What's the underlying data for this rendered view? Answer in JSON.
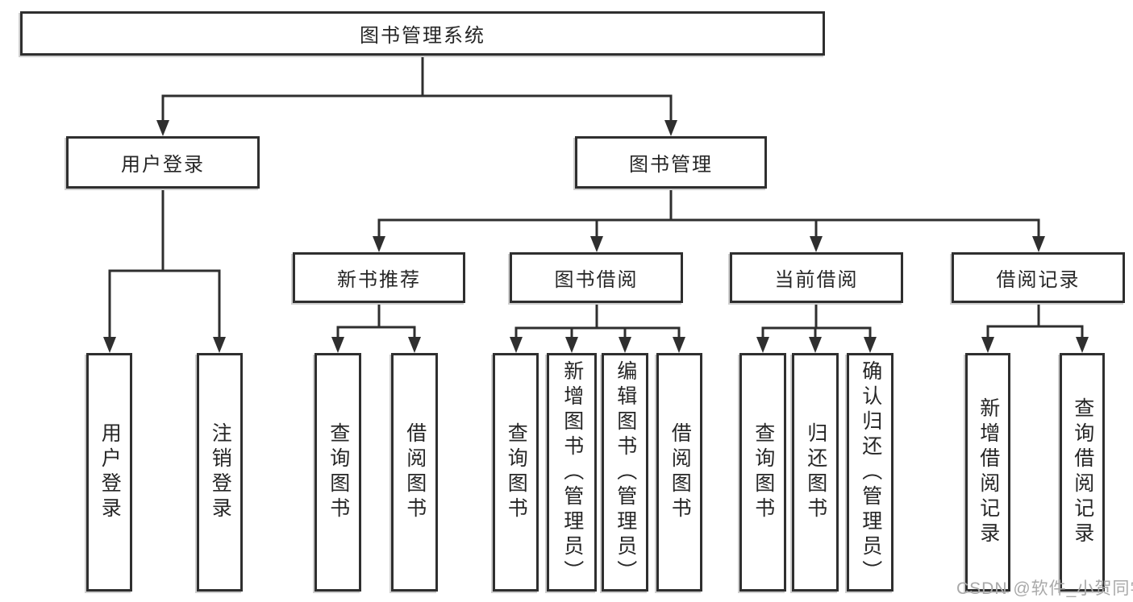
{
  "colors": {
    "line": "#2f2f2f",
    "text": "#262626",
    "background": "#ffffff",
    "watermark_text": "#a9a9a9"
  },
  "diagram": {
    "type": "hierarchy-tree",
    "root": "图书管理系统",
    "level2": {
      "user_login": "用户登录",
      "book_management": "图书管理"
    },
    "level3": {
      "new_book_recommend": "新书推荐",
      "book_borrow": "图书借阅",
      "current_borrow": "当前借阅",
      "borrow_records": "借阅记录"
    },
    "leaves": {
      "user_login": "用户登录",
      "logout": "注销登录",
      "query_book_a": "查询图书",
      "borrow_book_a": "借阅图书",
      "query_book_b": "查询图书",
      "add_book": "新增图书（管理员）",
      "edit_book": "编辑图书（管理员）",
      "borrow_book_b": "借阅图书",
      "query_book_c": "查询图书",
      "return_book": "归还图书",
      "confirm_return": "确认归还（管理员）",
      "add_borrow_record": "新增借阅记录",
      "query_borrow_record": "查询借阅记录"
    }
  },
  "watermark": {
    "text": "CSDN @软件_小贺同学"
  }
}
